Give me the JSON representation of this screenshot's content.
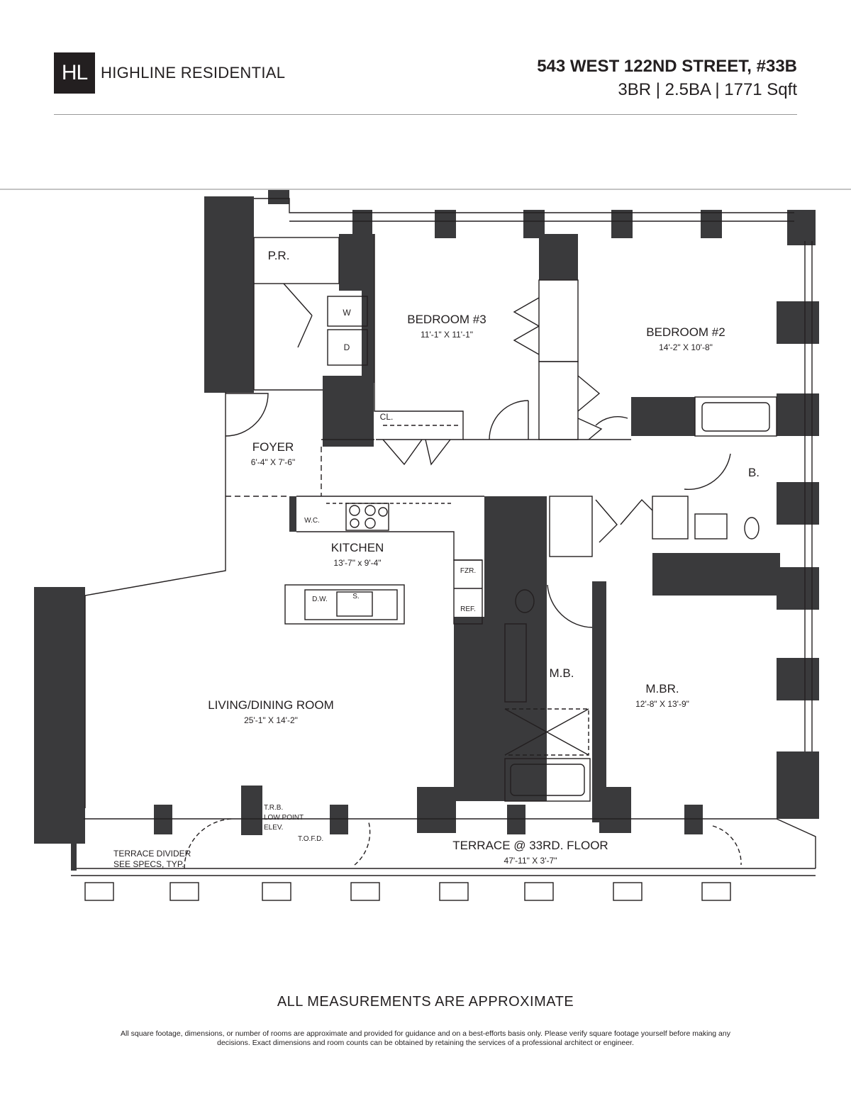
{
  "header": {
    "logo_mark": "HL",
    "brand": "HIGHLINE RESIDENTIAL",
    "address": "543 WEST 122ND STREET, #33B",
    "specs": "3BR | 2.5BA | 1771 Sqft"
  },
  "rooms": {
    "powder_room": "P.R.",
    "bedroom3": {
      "name": "BEDROOM #3",
      "dims": "11'-1\" X 11'-1\""
    },
    "bedroom2": {
      "name": "BEDROOM #2",
      "dims": "14'-2\" X 10'-8\""
    },
    "foyer": {
      "name": "FOYER",
      "dims": "6'-4\" X 7'-6\""
    },
    "closet": "CL.",
    "bath": "B.",
    "wc": "W.C.",
    "kitchen": {
      "name": "KITCHEN",
      "dims": "13'-7\" x 9'-4\""
    },
    "living": {
      "name": "LIVING/DINING ROOM",
      "dims": "25'-1\" X 14'-2\""
    },
    "master_bath": "M.B.",
    "master_bedroom": {
      "name": "M.BR.",
      "dims": "12'-8\" X 13'-9\""
    },
    "terrace": {
      "name": "TERRACE @ 33RD. FLOOR",
      "dims": "47'-11\" X 3'-7\""
    }
  },
  "appliances": {
    "washer": "W",
    "dryer": "D",
    "freezer": "FZR.",
    "refrigerator": "REF.",
    "dishwasher": "D.W.",
    "sink": "S."
  },
  "terrace_notes": {
    "divider_line1": "TERRACE DIVIDER",
    "divider_line2": "SEE SPECS, TYP.",
    "elev_line1": "T.R.B.",
    "elev_line2": "LOW POINT",
    "elev_line3": "ELEV.",
    "ofd": "T.O.F.D."
  },
  "footer": {
    "note": "ALL MEASUREMENTS ARE APPROXIMATE",
    "disclaimer_line1": "All square footage, dimensions, or number of rooms are approximate and provided for guidance and on a best-efforts basis only. Please verify square footage yourself before making any",
    "disclaimer_line2": "decisions. Exact dimensions and room counts can be obtained by retaining the services of a professional architect or engineer."
  },
  "colors": {
    "wall": "#3a3a3c",
    "ink": "#231f20",
    "rule": "#999999"
  }
}
